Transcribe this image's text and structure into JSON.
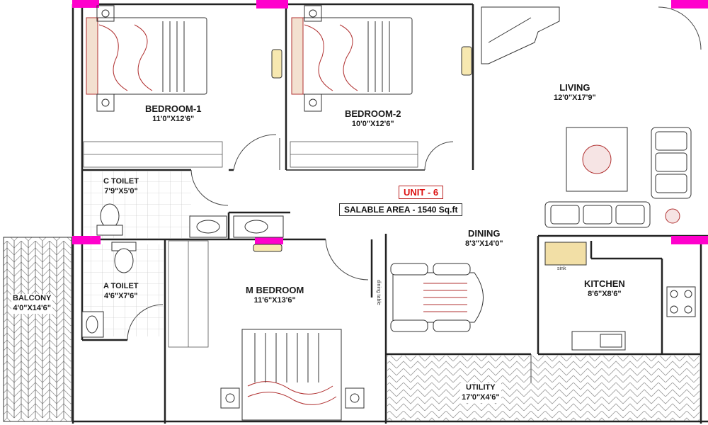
{
  "rooms": {
    "bedroom1": {
      "name": "BEDROOM-1",
      "dim": "11'0\"X12'6\""
    },
    "bedroom2": {
      "name": "BEDROOM-2",
      "dim": "10'0\"X12'6\""
    },
    "living": {
      "name": "LIVING",
      "dim": "12'0\"X17'9\""
    },
    "ctoilet": {
      "name": "C TOILET",
      "dim": "7'9\"X5'0\""
    },
    "atoilet": {
      "name": "A TOILET",
      "dim": "4'6\"X7'6\""
    },
    "mbedroom": {
      "name": "M BEDROOM",
      "dim": "11'6\"X13'6\""
    },
    "dining": {
      "name": "DINING",
      "dim": "8'3\"X14'0\""
    },
    "kitchen": {
      "name": "KITCHEN",
      "dim": "8'6\"X8'6\""
    },
    "balcony": {
      "name": "BALCONY",
      "dim": "4'0\"X14'6\""
    },
    "utility": {
      "name": "UTILITY",
      "dim": "17'0\"X4'6\""
    }
  },
  "unit_label": "UNIT - 6",
  "salable_area": "SALABLE AREA - 1540 Sq.ft",
  "furniture_text": {
    "dining_table": "dining table",
    "sink": "sink"
  },
  "colors": {
    "wall": "#222222",
    "column_marker": "#ff00cc",
    "unit_text": "#dd1111",
    "bed_accent": "#b03030"
  }
}
